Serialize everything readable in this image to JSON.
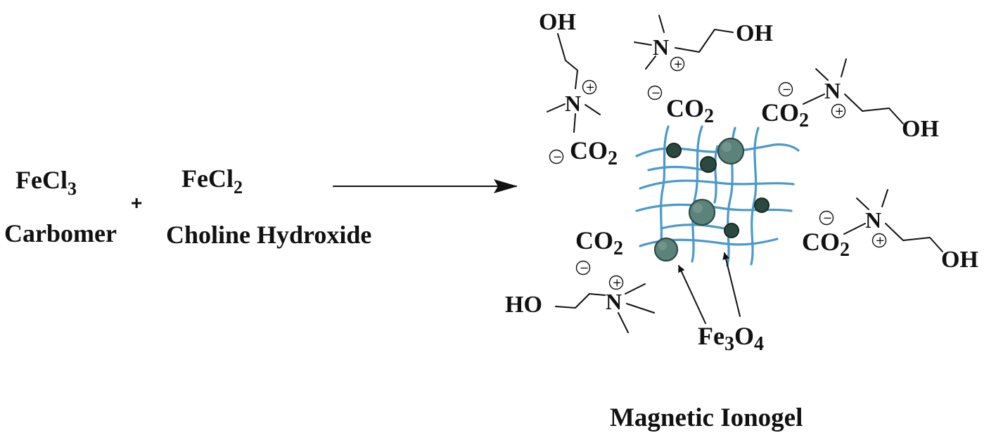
{
  "reactants": {
    "fecl3": "FeCl",
    "fecl3_sub": "3",
    "fecl2": "FeCl",
    "fecl2_sub": "2",
    "plus": "+",
    "carbomer": "Carbomer",
    "choline": "Choline Hydroxide"
  },
  "product": {
    "co2": "CO",
    "co2_sub": "2",
    "oh": "OH",
    "ho": "HO",
    "n": "N",
    "minus": "−",
    "plus": "+",
    "fe3o4_fe": "Fe",
    "fe3o4_3": "3",
    "fe3o4_o": "O",
    "fe3o4_4": "4",
    "caption": "Magnetic Ionogel"
  },
  "colors": {
    "fiber": "#4a9acb",
    "particle": "#5b8379",
    "particle_dark": "#2a4a3f",
    "text": "#111111"
  }
}
